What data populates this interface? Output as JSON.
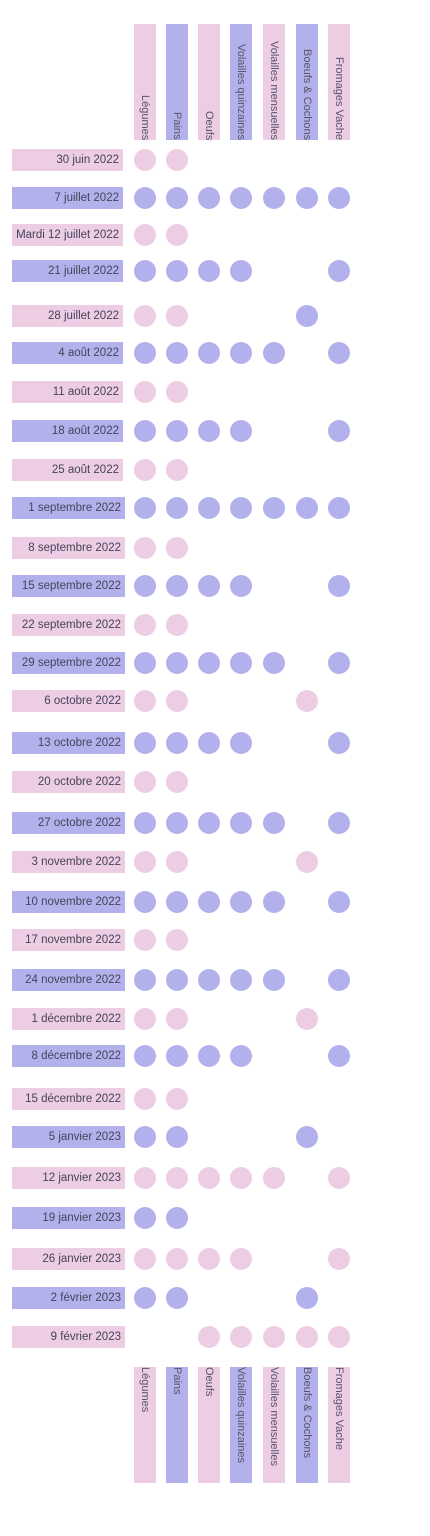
{
  "colors": {
    "pink": "#edcde3",
    "blue": "#b3b1ec"
  },
  "columns": [
    {
      "label": "Légumes",
      "color": "pink"
    },
    {
      "label": "Pains",
      "color": "blue"
    },
    {
      "label": "Oeufs",
      "color": "pink"
    },
    {
      "label": "Volailles quinzaines",
      "color": "blue"
    },
    {
      "label": "Volailles mensuelles",
      "color": "pink"
    },
    {
      "label": "Boeufs & Cochons",
      "color": "blue"
    },
    {
      "label": "Fromages Vache",
      "color": "pink"
    }
  ],
  "rows": [
    {
      "date": "30 juin 2022",
      "color": "pink",
      "marks": [
        1,
        1,
        0,
        0,
        0,
        0,
        0
      ]
    },
    {
      "date": "7 juillet 2022",
      "color": "blue",
      "marks": [
        1,
        1,
        1,
        1,
        1,
        1,
        1
      ]
    },
    {
      "date": "Mardi 12 juillet 2022",
      "color": "pink",
      "marks": [
        1,
        1,
        0,
        0,
        0,
        0,
        0
      ]
    },
    {
      "date": "21 juillet 2022",
      "color": "blue",
      "marks": [
        1,
        1,
        1,
        1,
        0,
        0,
        1
      ]
    },
    {
      "date": "28 juillet 2022",
      "color": "pink",
      "marks": [
        1,
        1,
        0,
        0,
        0,
        "b",
        0
      ]
    },
    {
      "date": "4 août 2022",
      "color": "blue",
      "marks": [
        1,
        1,
        1,
        1,
        1,
        0,
        1
      ]
    },
    {
      "date": "11 août 2022",
      "color": "pink",
      "marks": [
        1,
        1,
        0,
        0,
        0,
        0,
        0
      ]
    },
    {
      "date": "18 août 2022",
      "color": "blue",
      "marks": [
        1,
        1,
        1,
        1,
        0,
        0,
        1
      ]
    },
    {
      "date": "25 août 2022",
      "color": "pink",
      "marks": [
        1,
        1,
        0,
        0,
        0,
        0,
        0
      ]
    },
    {
      "date": "1 septembre 2022",
      "color": "blue",
      "marks": [
        1,
        1,
        1,
        1,
        1,
        1,
        1
      ]
    },
    {
      "date": "8 septembre 2022",
      "color": "pink",
      "marks": [
        1,
        1,
        0,
        0,
        0,
        0,
        0
      ]
    },
    {
      "date": "15 septembre 2022",
      "color": "blue",
      "marks": [
        1,
        1,
        1,
        1,
        0,
        0,
        1
      ]
    },
    {
      "date": "22 septembre 2022",
      "color": "pink",
      "marks": [
        1,
        1,
        0,
        0,
        0,
        0,
        0
      ]
    },
    {
      "date": "29 septembre 2022",
      "color": "blue",
      "marks": [
        1,
        1,
        1,
        1,
        1,
        0,
        1
      ]
    },
    {
      "date": "6 octobre 2022",
      "color": "pink",
      "marks": [
        1,
        1,
        0,
        0,
        0,
        1,
        0
      ]
    },
    {
      "date": "13 octobre 2022",
      "color": "blue",
      "marks": [
        1,
        1,
        1,
        1,
        0,
        0,
        1
      ]
    },
    {
      "date": "20 octobre 2022",
      "color": "pink",
      "marks": [
        1,
        1,
        0,
        0,
        0,
        0,
        0
      ]
    },
    {
      "date": "27 octobre 2022",
      "color": "blue",
      "marks": [
        1,
        1,
        1,
        1,
        1,
        0,
        1
      ]
    },
    {
      "date": "3 novembre 2022",
      "color": "pink",
      "marks": [
        1,
        1,
        0,
        0,
        0,
        1,
        0
      ]
    },
    {
      "date": "10 novembre 2022",
      "color": "blue",
      "marks": [
        1,
        1,
        1,
        1,
        1,
        0,
        1
      ]
    },
    {
      "date": "17 novembre 2022",
      "color": "pink",
      "marks": [
        1,
        1,
        0,
        0,
        0,
        0,
        0
      ]
    },
    {
      "date": "24 novembre 2022",
      "color": "blue",
      "marks": [
        1,
        1,
        1,
        1,
        1,
        0,
        1
      ]
    },
    {
      "date": "1 décembre 2022",
      "color": "pink",
      "marks": [
        1,
        1,
        0,
        0,
        0,
        1,
        0
      ]
    },
    {
      "date": "8 décembre 2022",
      "color": "blue",
      "marks": [
        1,
        1,
        1,
        1,
        0,
        0,
        1
      ]
    },
    {
      "date": "15 décembre 2022",
      "color": "pink",
      "marks": [
        1,
        1,
        0,
        0,
        0,
        0,
        0
      ]
    },
    {
      "date": "5 janvier 2023",
      "color": "blue",
      "marks": [
        1,
        1,
        0,
        0,
        0,
        1,
        0
      ]
    },
    {
      "date": "12 janvier 2023",
      "color": "pink",
      "marks": [
        1,
        1,
        1,
        1,
        1,
        0,
        1
      ]
    },
    {
      "date": "19 janvier 2023",
      "color": "blue",
      "marks": [
        1,
        1,
        0,
        0,
        0,
        0,
        0
      ]
    },
    {
      "date": "26 janvier 2023",
      "color": "pink",
      "marks": [
        1,
        1,
        1,
        1,
        0,
        0,
        1
      ]
    },
    {
      "date": "2 février 2023",
      "color": "blue",
      "marks": [
        1,
        1,
        0,
        0,
        0,
        1,
        0
      ]
    },
    {
      "date": "9 février 2023",
      "color": "pink",
      "marks": [
        0,
        0,
        1,
        1,
        1,
        1,
        1
      ]
    }
  ]
}
